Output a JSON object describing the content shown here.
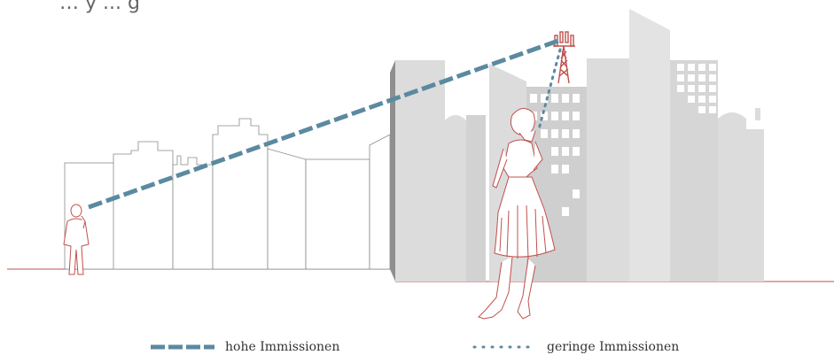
{
  "header": {
    "cropped_title": "… y ... g"
  },
  "legend": {
    "high": {
      "label": "hohe Immissionen"
    },
    "low": {
      "label": "geringe Immissionen"
    }
  },
  "colors": {
    "signal": "#5b8aa0",
    "person_line": "#c0504d",
    "building_fill": "#dcdcdc",
    "outline": "#9a9a9a",
    "ground": "#c0504d"
  },
  "icons": {
    "antenna": "cell-tower-icon",
    "near_person": "woman-with-phone-icon",
    "far_person": "man-with-phone-icon"
  }
}
